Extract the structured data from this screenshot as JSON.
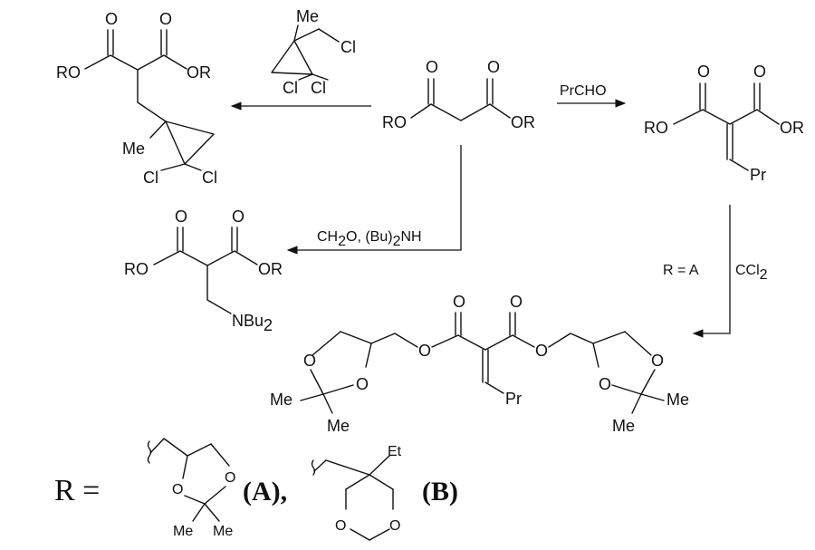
{
  "reagents": {
    "prcho": "PrCHO",
    "ch2o": "CH",
    "ch2o_sub": "2",
    "ch2o_rest": "O, (Bu)",
    "bu_sub": "2",
    "nh": "NH",
    "r_eq_a": "R = A",
    "ccl": "CCl",
    "ccl_sub": "2"
  },
  "atoms": {
    "o": "O",
    "ro": "RO",
    "or": "OR",
    "me": "Me",
    "cl": "Cl",
    "pr": "Pr",
    "et": "Et",
    "nbu": "NBu",
    "nbu_sub": "2"
  },
  "definitions": {
    "r_equals": "R =",
    "label_a": "(A),",
    "label_b": "(B)"
  }
}
